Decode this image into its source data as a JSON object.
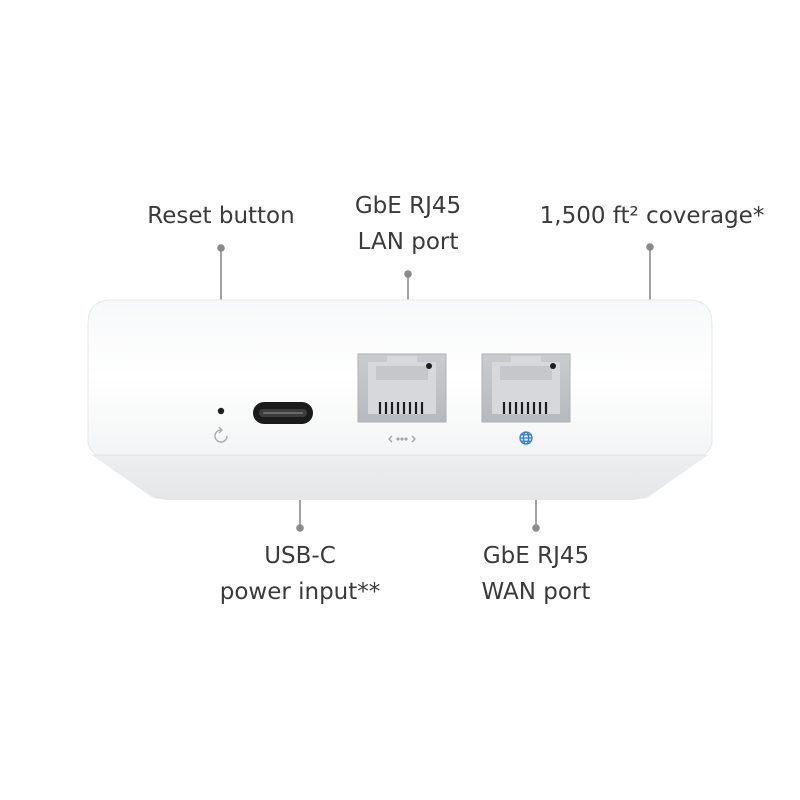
{
  "callouts": {
    "reset": {
      "line1": "Reset button"
    },
    "lan": {
      "line1": "GbE RJ45",
      "line2": "LAN port"
    },
    "coverage": {
      "line1": "1,500 ft² coverage*"
    },
    "usbc": {
      "line1": "USB-C",
      "line2": "power input**"
    },
    "wan": {
      "line1": "GbE RJ45",
      "line2": "WAN port"
    }
  },
  "icons": {
    "reset": "reset-icon",
    "lan": "lan-arrows-icon",
    "wan": "globe-icon"
  },
  "colors": {
    "background": "#ffffff",
    "label_text": "#3a3a3a",
    "leader_line": "#8a8a8a",
    "wan_globe": "#2f7de1"
  }
}
